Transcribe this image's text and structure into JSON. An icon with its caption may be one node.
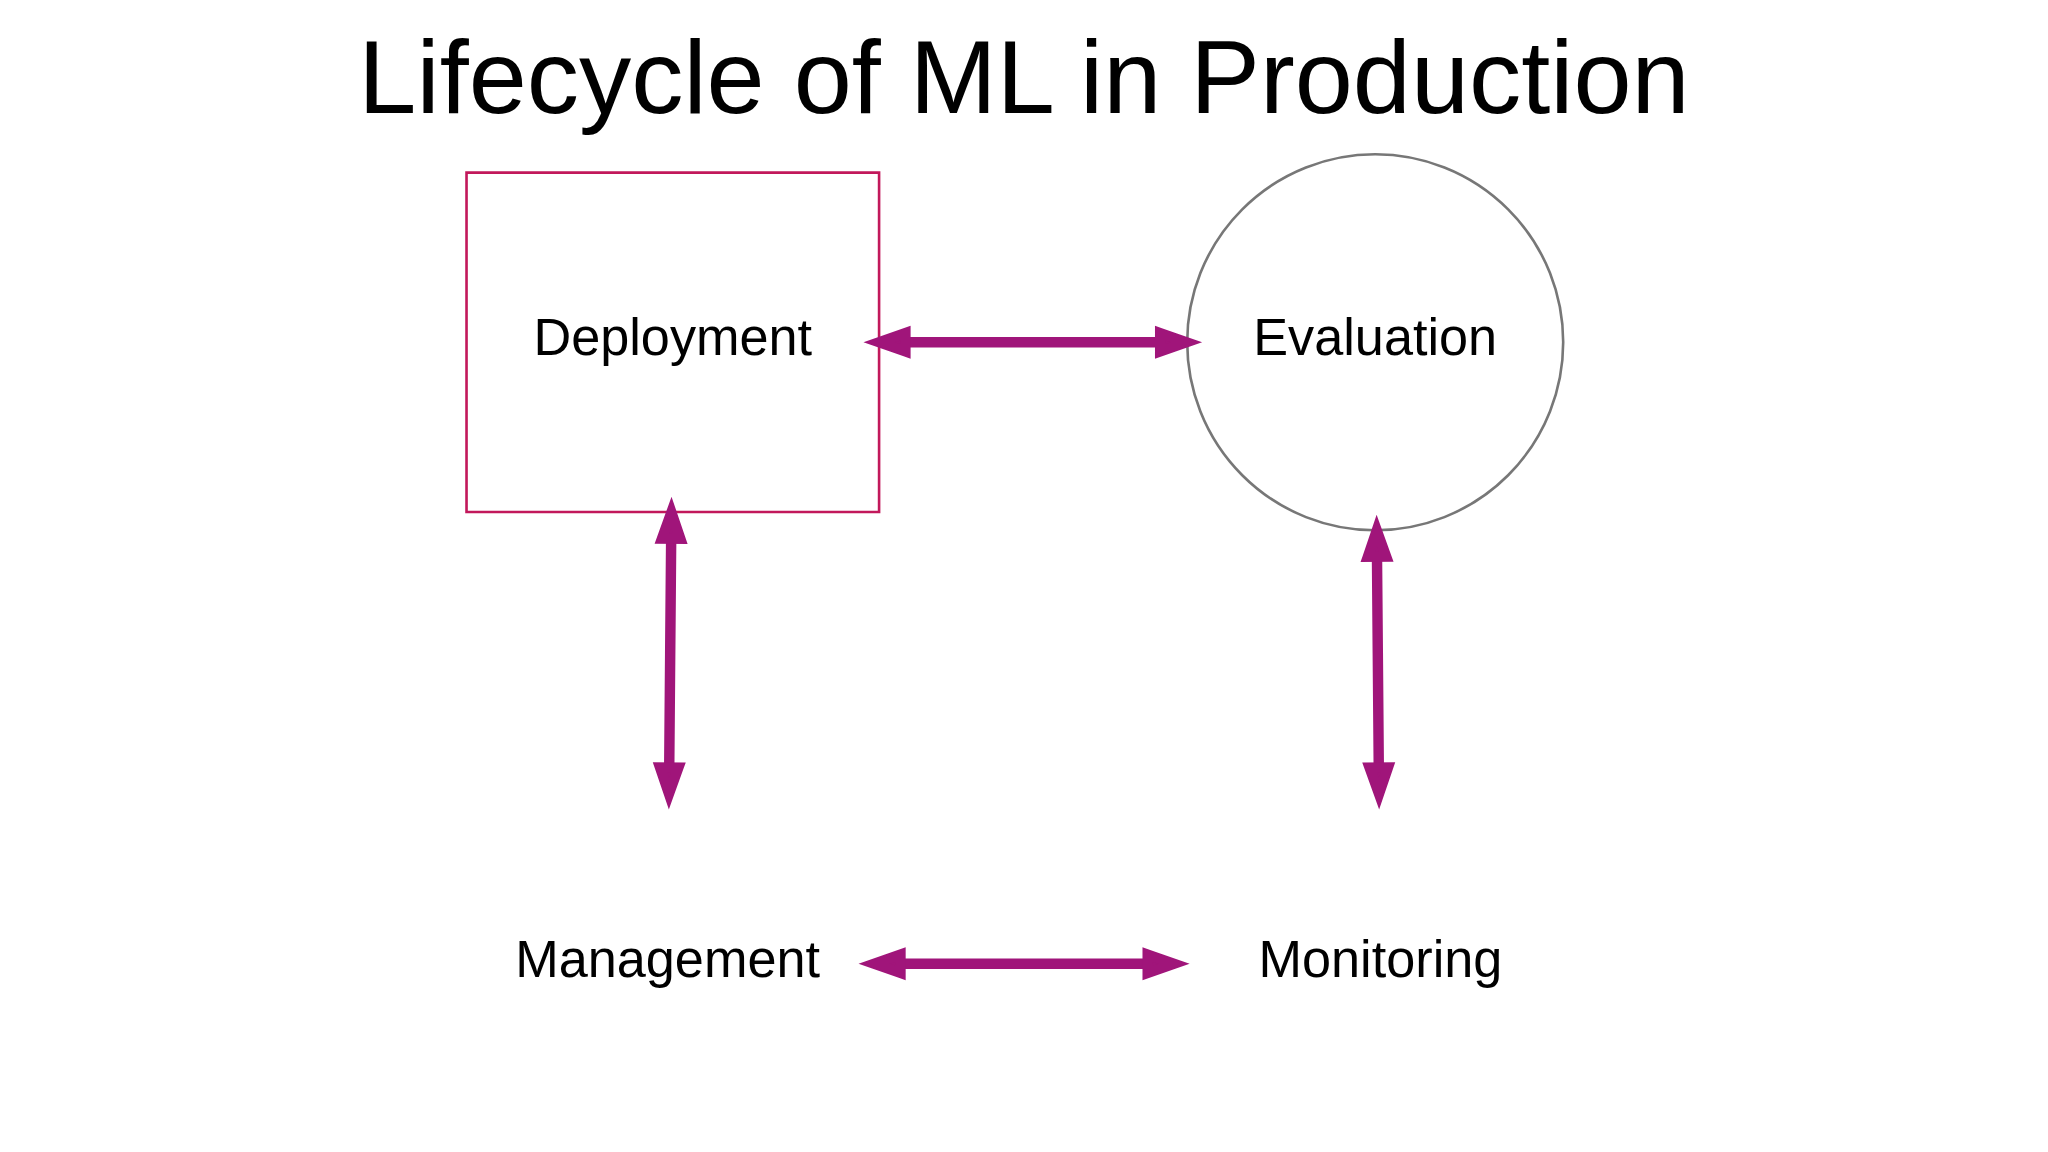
{
  "diagram": {
    "title": "Lifecycle of ML in Production",
    "nodes": [
      {
        "text": [
          "Deployment"
        ]
      },
      {
        "text": [
          "Evaluation"
        ]
      },
      {
        "text": [
          "Management"
        ]
      },
      {
        "text": [
          "Monitoring"
        ]
      }
    ],
    "edges": [
      {
        "from": 0,
        "to": 1,
        "arrow": "both"
      },
      {
        "from": 0,
        "to": 2,
        "arrow": "both"
      },
      {
        "from": 1,
        "to": 3,
        "arrow": "both"
      },
      {
        "from": 2,
        "to": 3,
        "arrow": "both"
      }
    ]
  }
}
